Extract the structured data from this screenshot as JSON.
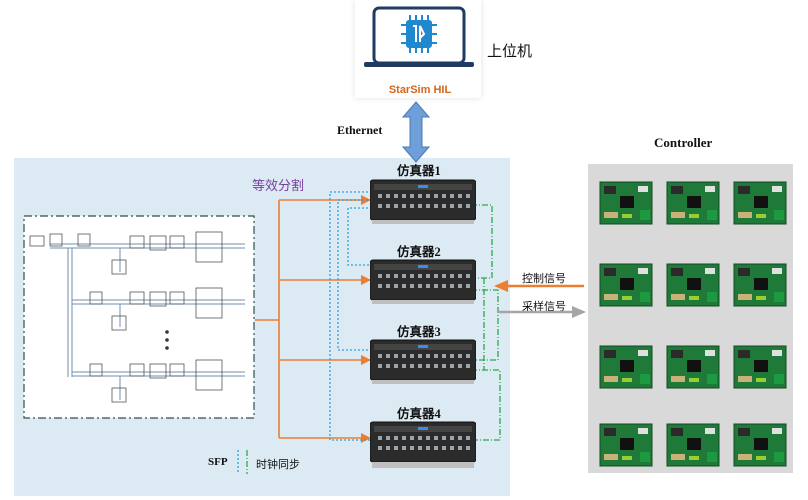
{
  "host": {
    "label": "上位机",
    "brand": "StarSim HIL",
    "icon": "laptop-chip-icon"
  },
  "link": {
    "label": "Ethernet"
  },
  "controller": {
    "title": "Controller",
    "board_icon": "pcb-board-icon",
    "rows": 4,
    "cols": 3
  },
  "partition": {
    "label": "等效分割",
    "diagram_icon": "power-circuit-schematic-icon"
  },
  "simulators": [
    {
      "label": "仿真器1"
    },
    {
      "label": "仿真器2"
    },
    {
      "label": "仿真器3"
    },
    {
      "label": "仿真器4"
    }
  ],
  "signals": {
    "control": "控制信号",
    "sampling": "采样信号"
  },
  "legend": {
    "sfp": "SFP",
    "clock": "时钟同步"
  },
  "colors": {
    "sim_panel": "#dcebf3",
    "controller_panel": "#d9d9d9",
    "arrow_orange": "#ed7d31",
    "arrow_gray": "#a6a6a6",
    "sfp_line": "#2e9fd9",
    "clock_line": "#2aa84a",
    "ethernet_arrow": "#6f9fd8",
    "brand": "#d5651c",
    "partition_text": "#7a3ca0"
  }
}
